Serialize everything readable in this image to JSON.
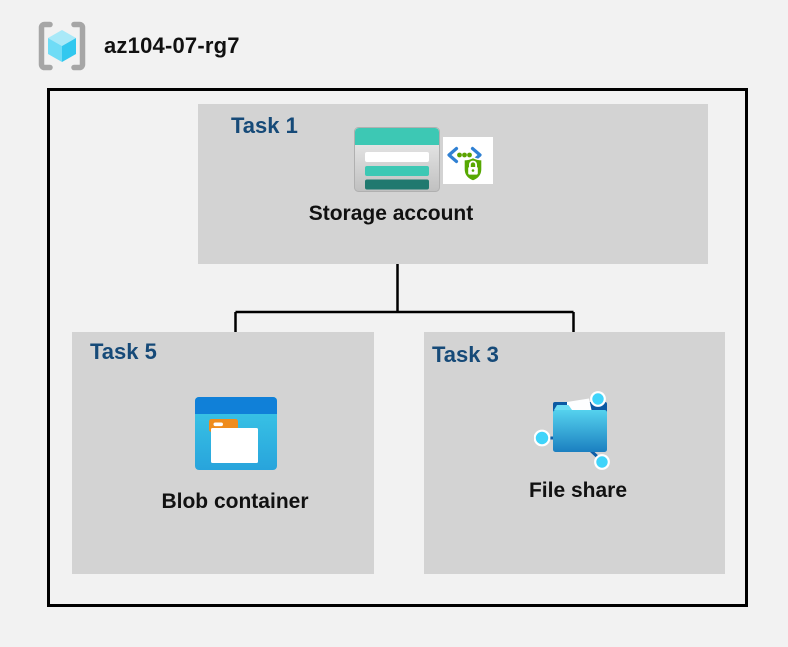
{
  "header": {
    "title": "az104-07-rg7",
    "icon": "resource-group-icon"
  },
  "boxes": [
    {
      "id": "task1",
      "task": "Task 1",
      "resource": "Storage account",
      "icons": [
        "storage-account-icon",
        "secure-access-icon"
      ]
    },
    {
      "id": "task5",
      "task": "Task 5",
      "resource": "Blob container",
      "icons": [
        "blob-container-icon"
      ]
    },
    {
      "id": "task3",
      "task": "Task 3",
      "resource": "File share",
      "icons": [
        "file-share-icon"
      ]
    }
  ],
  "connections": [
    {
      "from": "Storage account",
      "to": "Blob container"
    },
    {
      "from": "Storage account",
      "to": "File share"
    }
  ],
  "colors": {
    "page_background": "#f2f2f2",
    "boundary_border": "#000000",
    "task_box_fill": "#d3d3d3",
    "task_label_color": "#164a78",
    "resource_label_color": "#111111",
    "connector_color": "#000000",
    "storage_teal": "#3dc8b4",
    "storage_teal_dark": "#20796f",
    "blob_header_blue": "#1080d8",
    "blob_body_cyan": "#32bde2",
    "folder_tab_orange": "#ef8c1d",
    "file_share_cyan": "#3fd4fa",
    "file_share_navy": "#0b59a3",
    "shield_green": "#57a802",
    "chevron_blue": "#2f80d3",
    "cube_cyan": "#6fdcf6",
    "bracket_gray": "#a6a6a6"
  }
}
